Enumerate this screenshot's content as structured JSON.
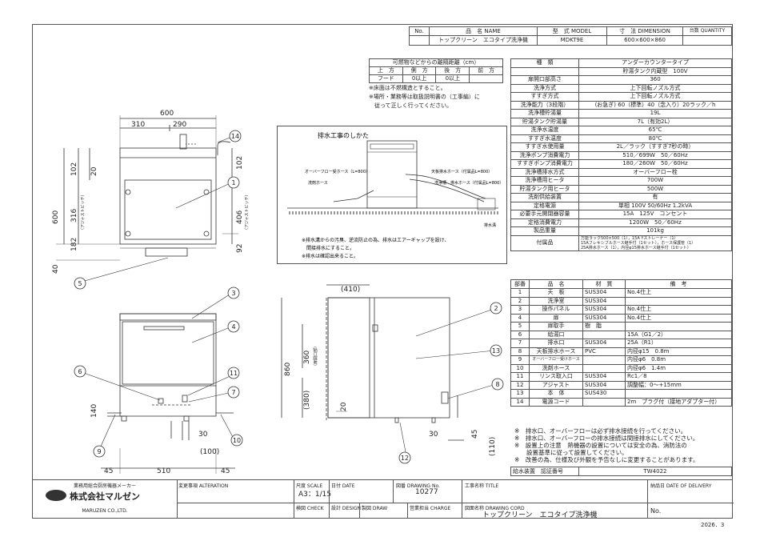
{
  "header": {
    "no_label": "No.",
    "name_label": "品　名 NAME",
    "model_label": "型　式 MODEL",
    "dim_label": "寸　法 DIMENSION",
    "qty_label": "台数 QUANTITY",
    "name_value": "トップクリーン　エコタイプ洗浄機",
    "model_value": "MDKT9E",
    "dim_value": "600×600×860"
  },
  "clearance": {
    "title": "可燃物などからの離隔距離（cm）",
    "headers": [
      "上　方",
      "側　方",
      "後　方",
      "前　方"
    ],
    "row_label": "フード",
    "row_values": [
      "0以上",
      "0以上",
      "",
      ""
    ],
    "note1": "※床面は不燃構造とすること。",
    "note2": "※場所・業務等は取扱説明書の（工事編）に",
    "note3": "　従って正しく行ってください。"
  },
  "specs": [
    {
      "label": "種　類",
      "value": "アンダーカウンタータイプ"
    },
    {
      "label": "",
      "value": "貯湯タンク内蔵型　100V"
    },
    {
      "label": "扉開口部高さ",
      "value": "360"
    },
    {
      "label": "洗浄方式",
      "value": "上下回転ノズル方式"
    },
    {
      "label": "すすぎ方式",
      "value": "上下回転ノズル方式"
    },
    {
      "label": "洗浄能力（3段階）",
      "value": "(お急ぎ) 60（標準）40（念入り）20ラック／h"
    },
    {
      "label": "洗浄槽貯湯量",
      "value": "19L"
    },
    {
      "label": "貯湯タンク貯湯量",
      "value": "7L（有効2L）"
    },
    {
      "label": "洗浄水温度",
      "value": "65℃"
    },
    {
      "label": "すすぎ水温度",
      "value": "80℃"
    },
    {
      "label": "すすぎ水使用量",
      "value": "2L／ラック（すすぎ7秒の時）"
    },
    {
      "label": "洗浄ポンプ消費電力",
      "value": "510／699W　50／60Hz"
    },
    {
      "label": "すすぎポンプ消費電力",
      "value": "180／260W　50／60Hz"
    },
    {
      "label": "洗浄槽排水方式",
      "value": "オーバーフロー栓"
    },
    {
      "label": "洗浄槽用ヒータ",
      "value": "700W"
    },
    {
      "label": "貯湯タンク用ヒータ",
      "value": "500W"
    },
    {
      "label": "洗剤供給装置",
      "value": "有"
    },
    {
      "label": "定格電源",
      "value": "単相 100V 50/60Hz 1.2kVA"
    },
    {
      "label": "必要手元開閉器容量",
      "value": "15A　125V　コンセント"
    },
    {
      "label": "定格消費電力",
      "value": "1200W　50／60Hz"
    },
    {
      "label": "製品重量",
      "value": "101kg"
    }
  ],
  "accessories": {
    "label": "付属品",
    "lines": [
      "万能ラック500×500（1），15A Yストレーナー（1）",
      "15Aフレキシブルホース継手付（1セット），ホース保護管（1）",
      "25A排水ホース（1），内径φ15排水ホース継手付（1セット）"
    ]
  },
  "parts": {
    "headers": [
      "部番",
      "品　名",
      "材　質",
      "備　考"
    ],
    "rows": [
      [
        "1",
        "天　板",
        "SUS304",
        "No.4仕上"
      ],
      [
        "2",
        "洗浄室",
        "SUS304",
        ""
      ],
      [
        "3",
        "操作パネル",
        "SUS304",
        "No.4仕上"
      ],
      [
        "4",
        "扉",
        "SUS304",
        "No.4仕上"
      ],
      [
        "5",
        "扉取手",
        "樹　脂",
        ""
      ],
      [
        "6",
        "給湯口",
        "",
        "15A（G1／2）"
      ],
      [
        "7",
        "排水口",
        "SUS304",
        "25A（R1）"
      ],
      [
        "8",
        "天板排水ホース",
        "PVC",
        "内径φ15　0.8m"
      ],
      [
        "9",
        "オーバーフロー受けホース",
        "",
        "内径φ6　0.8m"
      ],
      [
        "10",
        "洗剤ホース",
        "",
        "内径φ6　1.4m"
      ],
      [
        "11",
        "リンス取入口",
        "SUS304",
        "Rc1／8"
      ],
      [
        "12",
        "アジャスト",
        "SUS304",
        "調整幅：0～+15mm"
      ],
      [
        "13",
        "本　体",
        "SUS430",
        ""
      ],
      [
        "14",
        "電源コード",
        "",
        "2m　プラグ付（接地アダプター付）"
      ]
    ]
  },
  "notes": [
    "※　排水口、オーバーフローは必ず排水接続を行ってください。",
    "※　排水口、オーバーフローの排水接続は間接排水にしてください。",
    "※　設置上の注意　熱機器の設置については安全の為、消防法の",
    "　　設置基準に従って設置してください。",
    "※　改善の為、仕様及び外観を予告なしに変更することがあります。"
  ],
  "approval": {
    "label": "給水装置　認証番号",
    "value": "TW4022"
  },
  "drain_diagram": {
    "title": "排水工事のしかた",
    "label_overflow": "オーバーフロー受ホース（L=800）",
    "label_detergent": "洗剤ホース",
    "label_top_drain": "天板排水ホース（付属品L=800）",
    "label_drain": "洗浄槽　排水ホース（付属品L=800）",
    "label_ditch": "排水溝",
    "note1": "※排水溝からの汚臭、逆流防止の為、排水はエアーギャップを設け、",
    "note2": "　間接排水にすること。",
    "note3": "※排水は確認出来ること。"
  },
  "top_view": {
    "dim_600_top": "600",
    "dim_310": "310",
    "dim_290": "290",
    "dim_102_left": "102",
    "dim_20": "20",
    "dim_316": "316",
    "adj_left": "（アジャストピッチ）",
    "dim_182": "182",
    "dim_600_left": "600",
    "dim_40": "40",
    "dim_102_right": "102",
    "dim_406": "406",
    "adj_right": "（アジャストピッチ）",
    "dim_92": "92"
  },
  "front_view": {
    "dim_140": "140",
    "dim_30": "30",
    "dim_100": "(100)",
    "dim_45_left": "45",
    "dim_510": "510",
    "dim_45_right": "45"
  },
  "side_view": {
    "dim_410": "(410)",
    "dim_360": "360",
    "door_open": "（扉開口部）",
    "dim_860": "860",
    "dim_380": "(380)",
    "dim_20": "20",
    "dim_30": "30",
    "dim_45": "45",
    "dim_110": "(110)"
  },
  "callouts": [
    "1",
    "2",
    "3",
    "4",
    "5",
    "6",
    "7",
    "8",
    "9",
    "10",
    "11",
    "12",
    "13",
    "14"
  ],
  "title_block": {
    "association": "業務用総合厨房機器メーカー",
    "company": "株式会社マルゼン",
    "company_en": "MARUZEN CO.,LTD.",
    "change_label": "変更事項 ALTERATION",
    "scale_label": "尺度 SCALE",
    "scale_value": "A3：1/15",
    "date_label": "日付 DATE",
    "drawing_no_label": "図番 DRAWING No.",
    "drawing_no_value": "10277",
    "project_label": "工事名称 TITLE",
    "delivery_label": "納品日 DATE OF DELIVERY",
    "check_label": "検図 CHECK",
    "design_label": "設計 DESIGN",
    "draw_label": "製図 DRAW",
    "charge_label": "営業担当 CHARGE",
    "drawing_name_label": "図面名称 DRAWING CORD",
    "drawing_name_value": "トップクリーン　エコタイプ洗浄機",
    "no_label": "No.",
    "revision": "2026．3"
  }
}
